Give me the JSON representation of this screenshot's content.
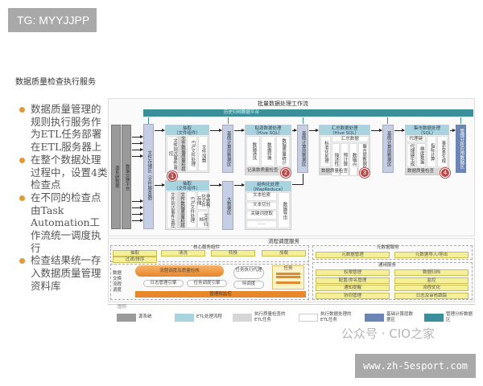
{
  "tag": "TG: MYYJJPP",
  "slide_title": "数据质量检查执行服务",
  "bullets": [
    "数据质量管理的规则执行服务作为ETL任务部署在ETL服务器上",
    "在整个数据处理过程中，设置4类检查点",
    "在不同的检查点由Task Automation工作流统一调度执行",
    "检查结果统一存入数据质量管理资料库"
  ],
  "workflow": {
    "title": "批量数据处理工作流",
    "archive_bar": "历史归档数据平台",
    "source_cols": [
      "源系统数据",
      "数据交换平台"
    ],
    "file_store": "文件存储区（文件服务器）",
    "extract_top": {
      "title": "抽取",
      "subtitle": "（文件组件）",
      "cols": [
        "文件到达事件监控",
        "文件数据质量检核",
        "ETL文件处理",
        "文件加载"
      ]
    },
    "extract_bottom": {
      "title": "抽取",
      "subtitle": "（文件组件）",
      "cols": [
        "文件到达事件监控",
        "文件数据质量检核",
        "ETL文件处理",
        "非结构化文件存储",
        "文件归档"
      ]
    },
    "base_area": "基础计算层数据区",
    "bigdata_area": "大数据区",
    "hive": {
      "title": "贴源数据处理",
      "subtitle": "（Hive SQL）",
      "cols": [
        "数据清洗",
        "数据转换",
        "数据质量统计"
      ],
      "footer": "记录数质量检查"
    },
    "mapreduce": {
      "title": "结构化处理",
      "subtitle": "（MapReduce）",
      "rows": [
        "文本检索",
        "文本切分",
        "关键词提取",
        "……"
      ],
      "side": "数据导出"
    },
    "summary": {
      "title": "汇总数据处理",
      "subtitle": "（Hive SQL）",
      "group": "汇总数据",
      "cols": [
        "标准化处理",
        "描述性",
        "预计算",
        "数据点"
      ],
      "side": "聚合层数据处理",
      "footer": "数据质量检查"
    },
    "mart": {
      "title": "集市数据处理",
      "subtitle": "（SQL）",
      "group": "代理键",
      "cols": [
        "代理键生成",
        "维度数据",
        "指标计算",
        "事实表生成"
      ],
      "footer": "数据质量检查"
    },
    "app_area": "管理分析应用数据区",
    "checkpoints": [
      "1",
      "2",
      "3",
      "4"
    ]
  },
  "schedule": {
    "title": "流程调度服务",
    "core_title": "核心服务组件",
    "core_items": [
      "抽取",
      "清洗",
      "转换",
      "加载",
      "过滤/排序"
    ],
    "side_label": "数据交换流程调度",
    "engine": "流程调度及质量检核",
    "log_engine": "日志管理引擎",
    "task_engine": "任务调度引擎",
    "agent": "任务执行代理",
    "queue": "待调度",
    "task": "任务",
    "monitor": "管理和监控",
    "meta_title": "元数据服务",
    "meta_items": [
      "元数据管理",
      "元数据导入/导出"
    ],
    "common_title": "通用服务",
    "common_items": [
      "权限管理",
      "数据归档",
      "配置/命名管理",
      "监控",
      "通知提醒",
      "流程优化",
      "协同管理",
      "日志及审核跟踪"
    ]
  },
  "legend": {
    "title": "图例",
    "items": [
      {
        "label": "源系统",
        "color": "#9a9a9a"
      },
      {
        "label": "ETL处理流程",
        "color": "#a8d4e0"
      },
      {
        "label": "执行质量检查的ETL任务",
        "color": "#d6d6d6"
      },
      {
        "label": "执行数据处理的ETL任务",
        "color": "#ffffff"
      },
      {
        "label": "基础计算层数据区",
        "color": "#6b86b5"
      },
      {
        "label": "管理分析数据区",
        "color": "#3a8f9a"
      }
    ]
  },
  "watermark": "公众号 · CIO之家",
  "site": "www.zh-5esport.com"
}
